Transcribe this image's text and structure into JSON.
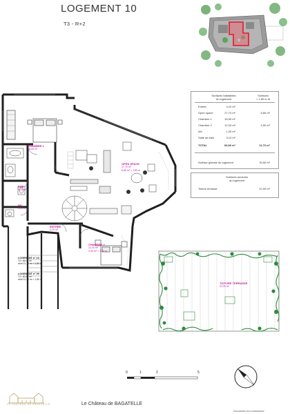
{
  "header": {
    "title": "LOGEMENT 10",
    "subtitle": "T3 - R+2"
  },
  "plan": {
    "rooms": [
      {
        "name": "CHAMBRE 1",
        "area": "18,50 m²"
      },
      {
        "name": "OPEN SPACE",
        "area": "27,70 m²",
        "note": "6,80 m² < 1,80 m"
      },
      {
        "name": "SDB",
        "area": "3,10 m²"
      },
      {
        "name": "WC",
        "area": "1,20 m²"
      },
      {
        "name": "ENTRÉE",
        "area": "4,10 m²"
      },
      {
        "name": "CHAMBRE 2",
        "area": "12,20 m²",
        "note": "4,90 m² < 1,80 m"
      }
    ],
    "neighbors": [
      {
        "name": "LOGEMENT n° 10",
        "lines": [
          "T3 / 66,00 m²",
          "dont 11,70 m² < 1,80 m"
        ]
      },
      {
        "name": "LOGEMENT n° 09",
        "lines": [
          "T3 / 60,80 m²",
          "dont 11,20 m² < 1,80 m"
        ]
      }
    ]
  },
  "terrace": {
    "name": "TOITURE TERRASSE",
    "area": "22,00 m²"
  },
  "surfaces": {
    "header_col1": [
      "Surfaces habitables",
      "du logement"
    ],
    "header_col2": [
      "Surfaces",
      "< 1.80 m ht"
    ],
    "rows": [
      {
        "label": "Entrée",
        "v1": "4,10 m²",
        "v2": ""
      },
      {
        "label": "Open space",
        "v1": "27,70 m²",
        "v2": "6,80 m²"
      },
      {
        "label": "Chambre 1",
        "v1": "18,50 m²",
        "v2": ""
      },
      {
        "label": "Chambre 2",
        "v1": "12,20 m²",
        "v2": "4,90 m²"
      },
      {
        "label": "Wc",
        "v1": "1,20 m²",
        "v2": ""
      },
      {
        "label": "Salle de bain",
        "v1": "3,10 m²",
        "v2": ""
      },
      {
        "label": "TOTAL",
        "v1": "66,80 m²",
        "v2": "11,70 m²"
      }
    ],
    "global_label": "Surface globale du logement",
    "global_value": "78,50 m²"
  },
  "annex": {
    "header": [
      "Surfaces annexes",
      "au logement"
    ],
    "label": "Toiture terrasse",
    "value": "22,00 m²"
  },
  "scale": {
    "ticks": [
      "0",
      "1",
      "2",
      "5"
    ]
  },
  "footer": {
    "logo_text": "LE CHÂTEAU DE BAGATELLE",
    "name": "Le Château de BAGATELLE",
    "note": "Document non contractuel"
  },
  "colors": {
    "accent": "#c2189b",
    "highlight": "#e0192b",
    "plant": "#2e8b3e",
    "wall": "#1f1f1f"
  }
}
